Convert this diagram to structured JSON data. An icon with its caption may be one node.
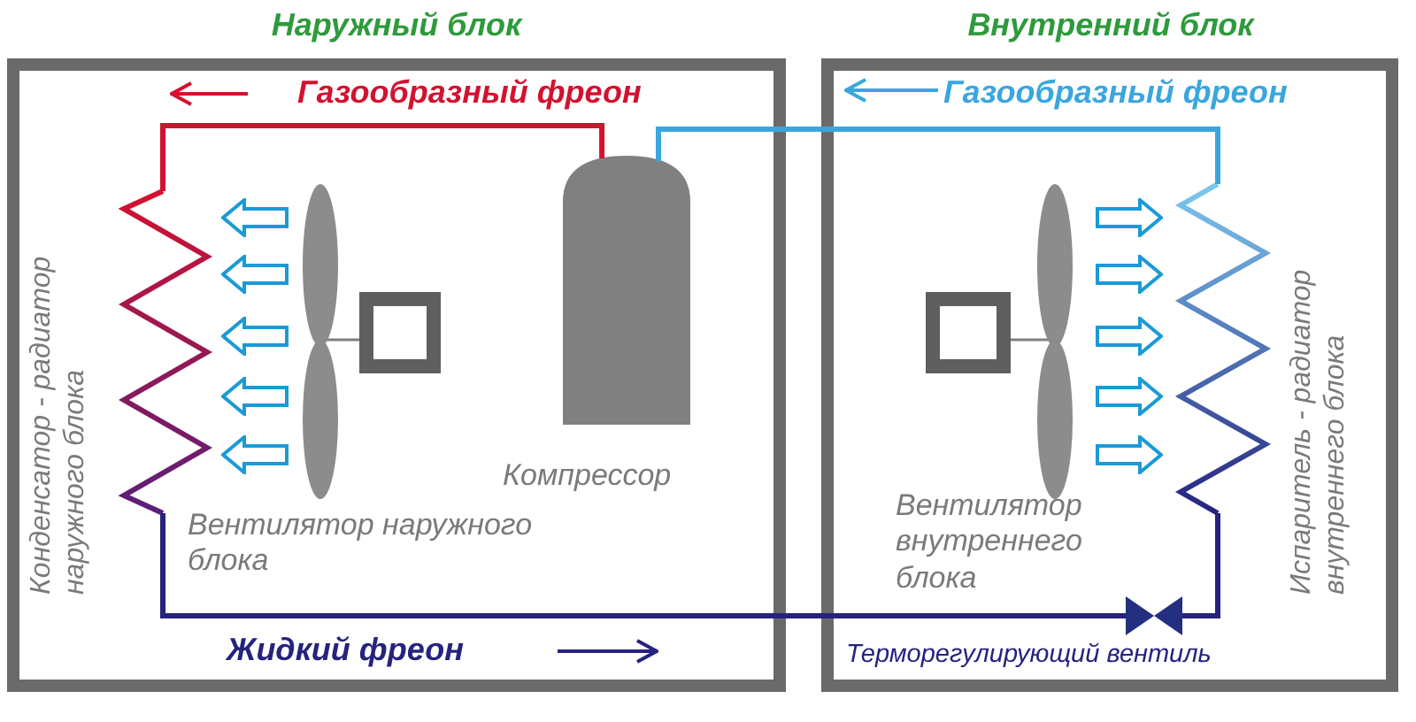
{
  "diagram": {
    "nodes": [
      {
        "text": [
          "Наружный блок"
        ]
      },
      {
        "text": [],
        "shape": "coil",
        "in": 0,
        "beside": [
          "Конденсатор - радиатор наружного блока"
        ]
      },
      {
        "text": [],
        "shape": "fan",
        "in": 0,
        "beside": [
          "Вентилятор наружного блока"
        ]
      },
      {
        "text": [],
        "shape": "cylinder",
        "in": 0,
        "beside": [
          "Компрессор"
        ]
      },
      {
        "text": [
          "Внутренний блок"
        ]
      },
      {
        "text": [],
        "shape": "fan",
        "in": 4,
        "beside": [
          "Вентилятор внутреннего блока"
        ]
      },
      {
        "text": [],
        "shape": "coil",
        "in": 4,
        "beside": [
          "Испаритель - радиатор внутреннего блока"
        ]
      },
      {
        "text": [],
        "shape": "valve",
        "in": 4,
        "beside": [
          "Терморегулирующий вентиль"
        ]
      }
    ],
    "edges": [
      {
        "from": 3,
        "to": 1,
        "arrow": "none",
        "label": "Газообразный фреон",
        "color": "#d2122e"
      },
      {
        "from": 1,
        "to": 7,
        "arrow": "none",
        "label": "Жидкий фреон",
        "color": "#25237e"
      },
      {
        "from": 7,
        "to": 6,
        "arrow": "none",
        "color": "#25237e"
      },
      {
        "from": 6,
        "to": 3,
        "arrow": "none",
        "label": "Газообразный фреон",
        "color": "#3aa6de"
      },
      {
        "from": 2,
        "to": 1,
        "arrow": "to",
        "color": "#1a9ad6"
      },
      {
        "from": 2,
        "to": 1,
        "arrow": "to",
        "color": "#1a9ad6"
      },
      {
        "from": 2,
        "to": 1,
        "arrow": "to",
        "color": "#1a9ad6"
      },
      {
        "from": 2,
        "to": 1,
        "arrow": "to",
        "color": "#1a9ad6"
      },
      {
        "from": 2,
        "to": 1,
        "arrow": "to",
        "color": "#1a9ad6"
      },
      {
        "from": 5,
        "to": 6,
        "arrow": "to",
        "color": "#1a9ad6"
      },
      {
        "from": 5,
        "to": 6,
        "arrow": "to",
        "color": "#1a9ad6"
      },
      {
        "from": 5,
        "to": 6,
        "arrow": "to",
        "color": "#1a9ad6"
      },
      {
        "from": 5,
        "to": 6,
        "arrow": "to",
        "color": "#1a9ad6"
      },
      {
        "from": 5,
        "to": 6,
        "arrow": "to",
        "color": "#1a9ad6"
      }
    ]
  }
}
